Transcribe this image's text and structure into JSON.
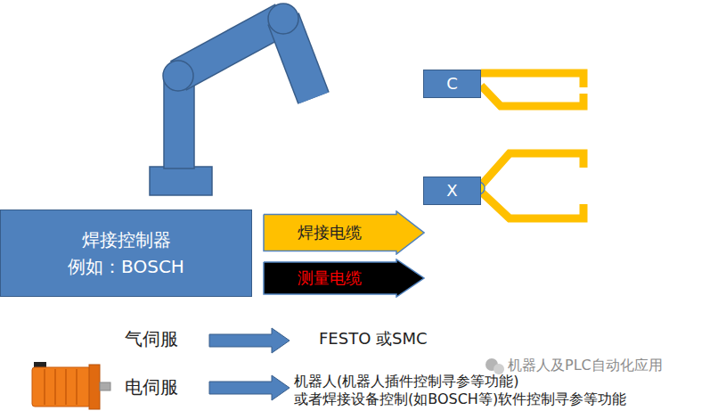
{
  "diagram": {
    "nodes": [
      {
        "text": [
          "C"
        ]
      },
      {
        "text": [
          "X"
        ]
      },
      {
        "text": [
          "焊接控制器",
          "例如：BOSCH"
        ]
      },
      {
        "text": [
          "焊接电缆"
        ]
      },
      {
        "text": [
          "测量电缆"
        ]
      }
    ],
    "labels": [
      "气伺服",
      "FESTO 或SMC",
      "电伺服",
      "机器人(机器人插件控制寻参等功能) 或者焊接设备控制(如BOSCH等)软件控制寻参等功能",
      "机器人及PLC自动化应用"
    ]
  }
}
